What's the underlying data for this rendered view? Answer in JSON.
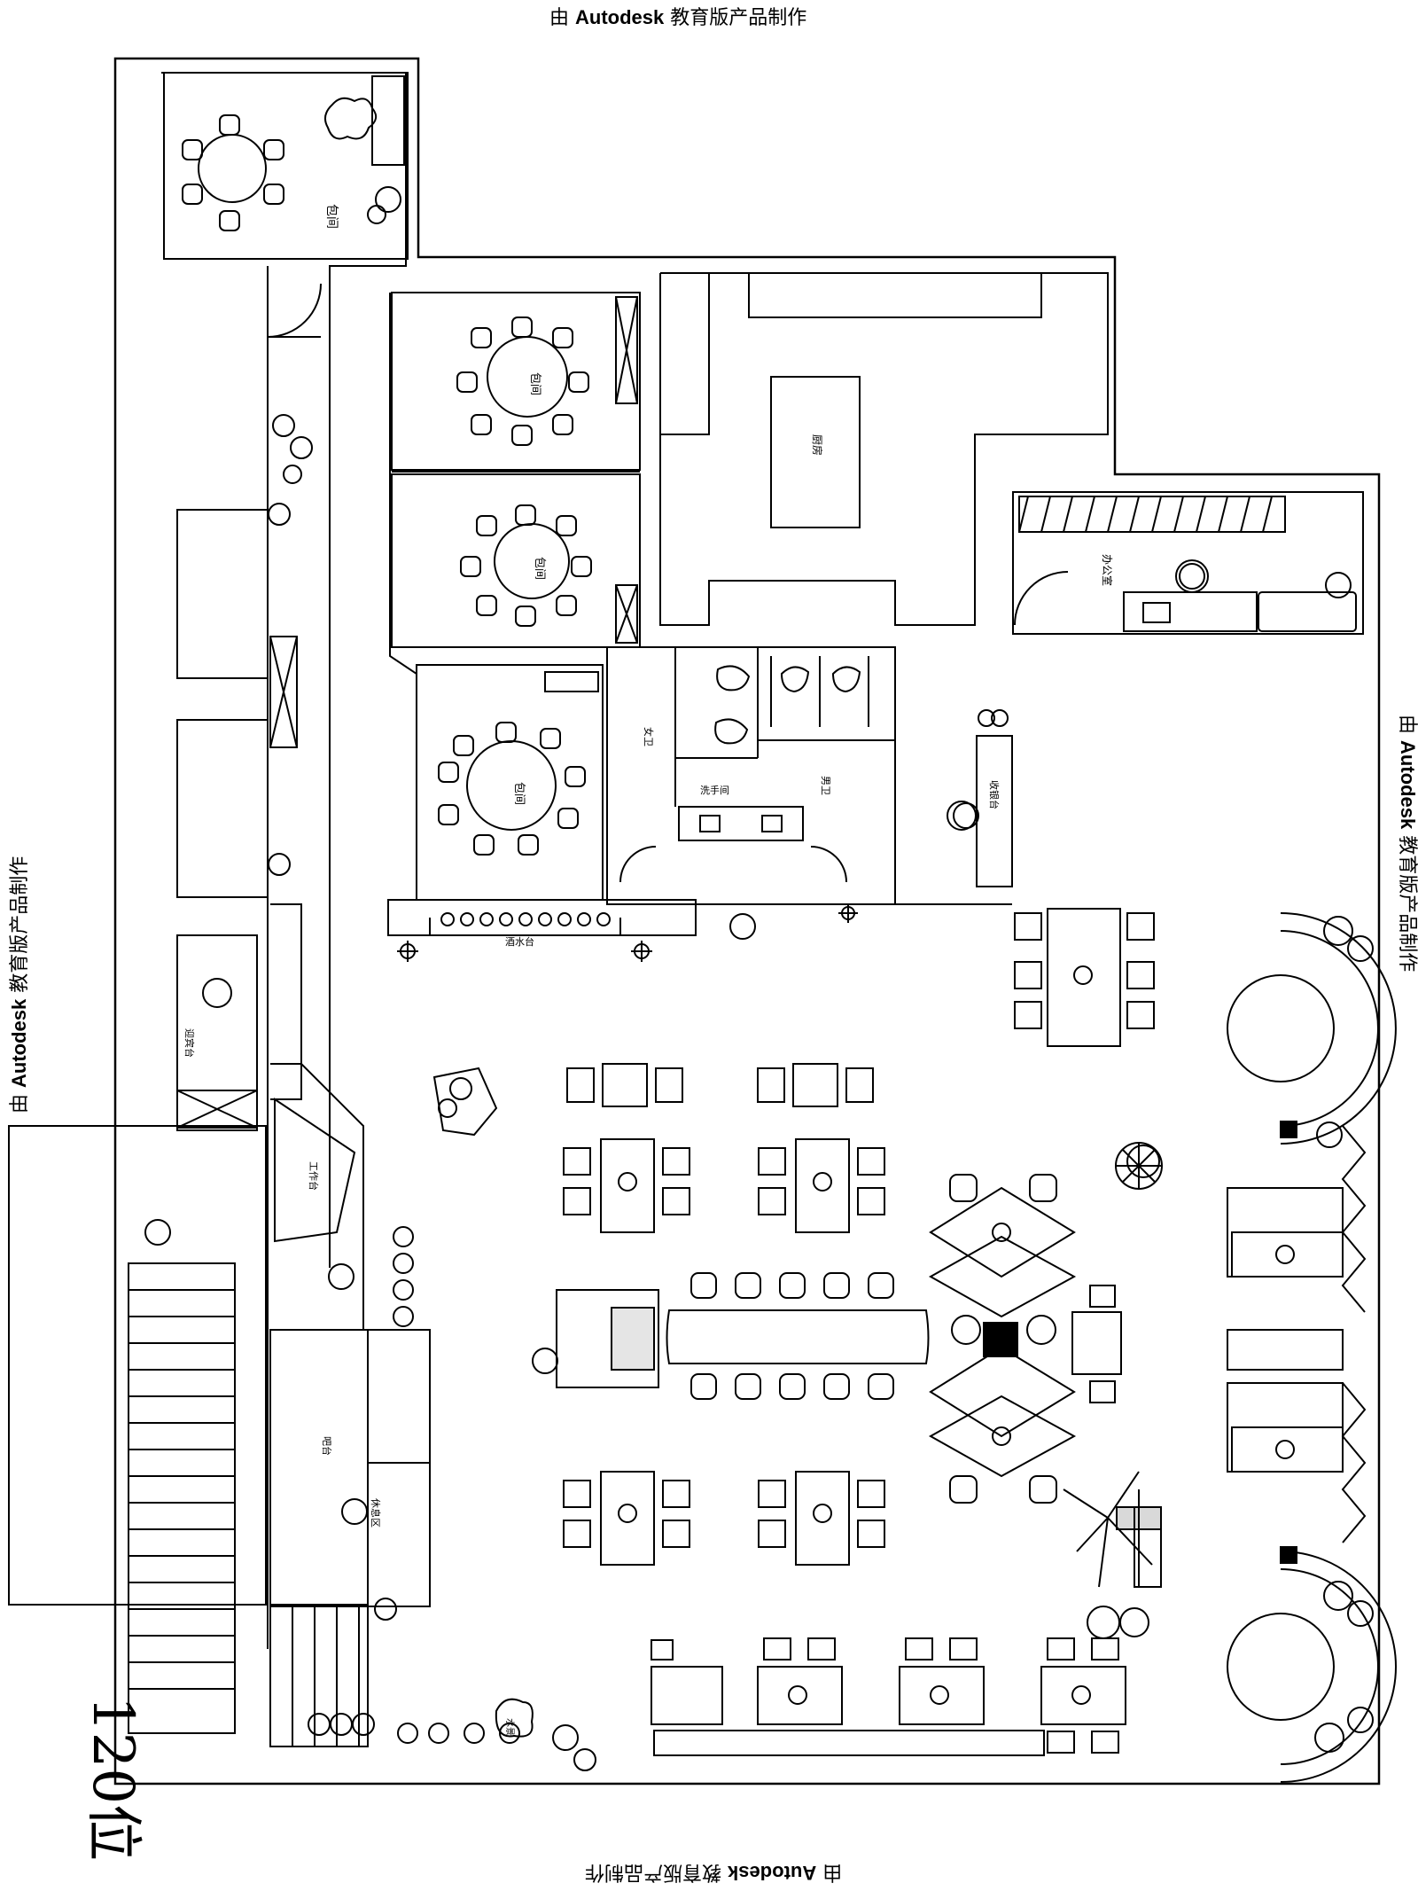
{
  "watermark": {
    "prefix": "由",
    "brand": "Autodesk",
    "suffix": "教育版产品制作"
  },
  "seat_count_label": "120位",
  "room_labels": {
    "vip_top": "包间",
    "vip_a": "包间",
    "vip_b": "包间",
    "vip_c": "包间",
    "kitchen": "厨房",
    "office": "办公室",
    "toilet_women": "女卫",
    "toilet_men": "男卫",
    "wash": "洗手间",
    "reception": "吧台",
    "cashier": "收银台",
    "bar": "酒水台",
    "side_table": "工作台",
    "host_station": "迎宾台",
    "rest": "休息区",
    "pond": "水景"
  },
  "colors": {
    "line": "#000000",
    "background": "#ffffff"
  }
}
